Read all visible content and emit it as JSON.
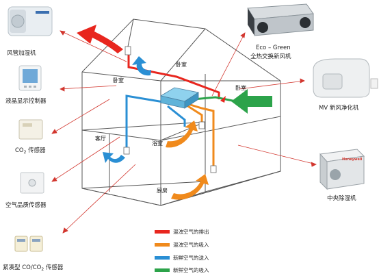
{
  "devices": {
    "duct_humidifier": "风管加湿机",
    "lcd_controller": "液晶显示控制器",
    "co2_sensor": {
      "prefix": "CO",
      "sub": "2",
      "suffix": " 传感器"
    },
    "air_quality_sensor": "空气品质传感器",
    "compact_sensor": {
      "prefix": "紧凑型 CO/CO",
      "sub": "2",
      "suffix": " 传感器"
    },
    "eco_green_line1": "Eco – Green",
    "eco_green_line2": "全热交换新风机",
    "mv_purifier": "MV 新风净化机",
    "central_dehumidifier": "中央除湿机",
    "device_brand": "Honeywell"
  },
  "rooms": {
    "bedroom_left": "卧室",
    "bedroom_center": "卧室",
    "bedroom_right": "卧室",
    "living_room": "客厅",
    "bathroom": "浴室",
    "kitchen": "厨房"
  },
  "legend": [
    {
      "label": "混浊空气的排出",
      "color": "#e8261e"
    },
    {
      "label": "混浊空气的吸入",
      "color": "#f08a1c"
    },
    {
      "label": "新鲜空气的送入",
      "color": "#2a8fd4"
    },
    {
      "label": "新鲜空气的吸入",
      "color": "#2ca34a"
    }
  ],
  "colors": {
    "house_line": "#555555",
    "pointer": "#d2362e",
    "unit_fill": "#8fd2ee"
  }
}
